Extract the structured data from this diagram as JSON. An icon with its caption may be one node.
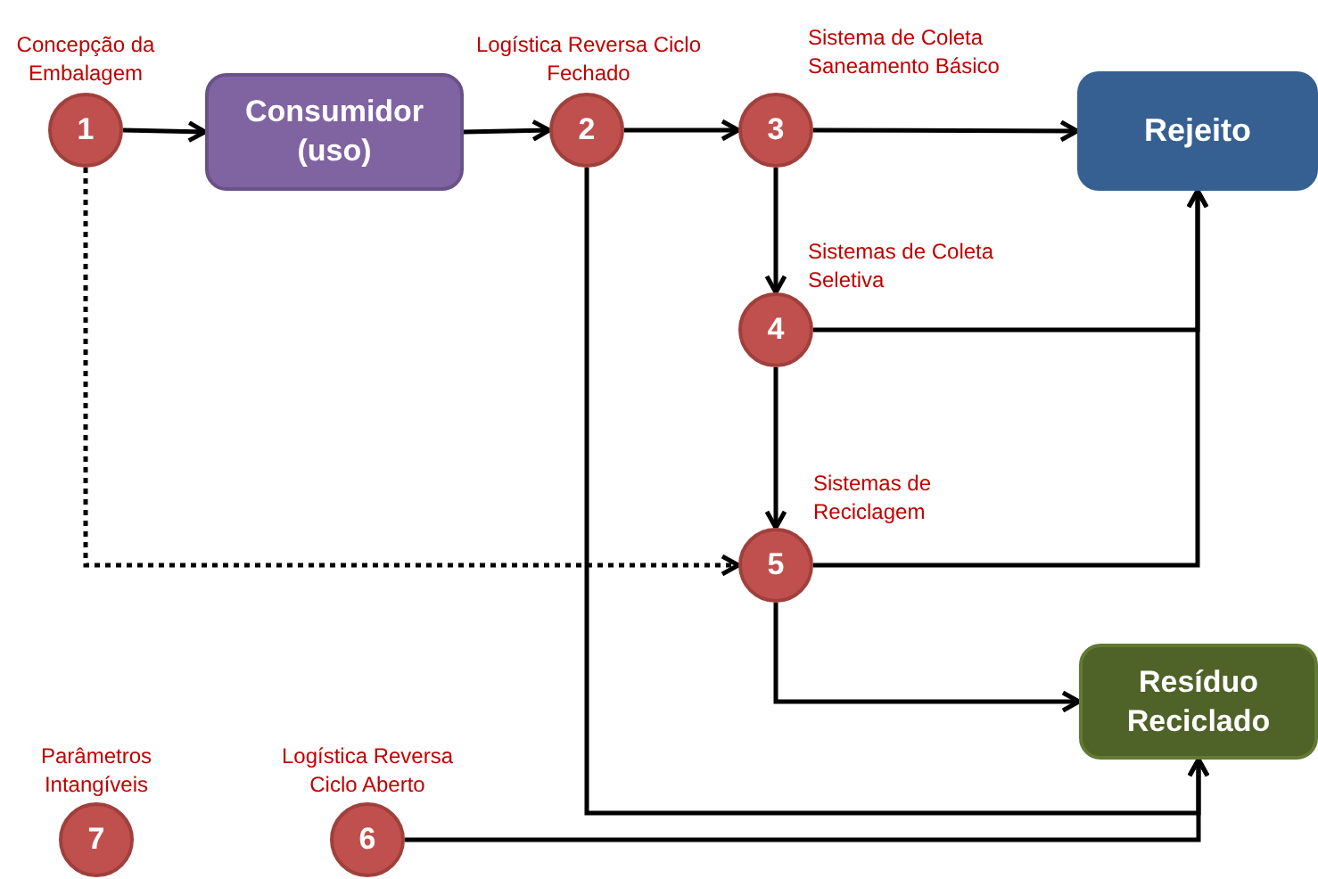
{
  "diagram": {
    "nodes": [
      {
        "text": [
          "1"
        ],
        "beside": [
          "Concepção da Embalagem"
        ]
      },
      {
        "text": [
          "Consumidor (uso)"
        ]
      },
      {
        "text": [
          "2"
        ],
        "beside": [
          "Logística Reversa Ciclo Fechado"
        ]
      },
      {
        "text": [
          "3"
        ],
        "beside": [
          "Sistema de Coleta Saneamento Básico"
        ]
      },
      {
        "text": [
          "Rejeito"
        ]
      },
      {
        "text": [
          "4"
        ],
        "beside": [
          "Sistemas de Coleta Seletiva"
        ]
      },
      {
        "text": [
          "5"
        ],
        "beside": [
          "Sistemas de Reciclagem"
        ]
      },
      {
        "text": [
          "Resíduo Reciclado"
        ]
      },
      {
        "text": [
          "7"
        ],
        "beside": [
          "Parâmetros Intangíveis"
        ]
      },
      {
        "text": [
          "6"
        ],
        "beside": [
          "Logística Reversa Ciclo Aberto"
        ]
      }
    ],
    "edges": [
      {
        "from": 0,
        "to": 1,
        "arrow": "to"
      },
      {
        "from": 1,
        "to": 2,
        "arrow": "to"
      },
      {
        "from": 2,
        "to": 3,
        "arrow": "to"
      },
      {
        "from": 3,
        "to": 4,
        "arrow": "to"
      },
      {
        "from": 3,
        "to": 5,
        "arrow": "to"
      },
      {
        "from": 5,
        "to": 4,
        "arrow": "to"
      },
      {
        "from": 5,
        "to": 6,
        "arrow": "to"
      },
      {
        "from": 6,
        "to": 4,
        "arrow": "to"
      },
      {
        "from": 0,
        "to": 6,
        "arrow": "to",
        "style": "dashed"
      },
      {
        "from": 6,
        "to": 7,
        "arrow": "to"
      },
      {
        "from": 2,
        "to": 7,
        "arrow": "to"
      },
      {
        "from": 9,
        "to": 7,
        "arrow": "to"
      }
    ]
  }
}
